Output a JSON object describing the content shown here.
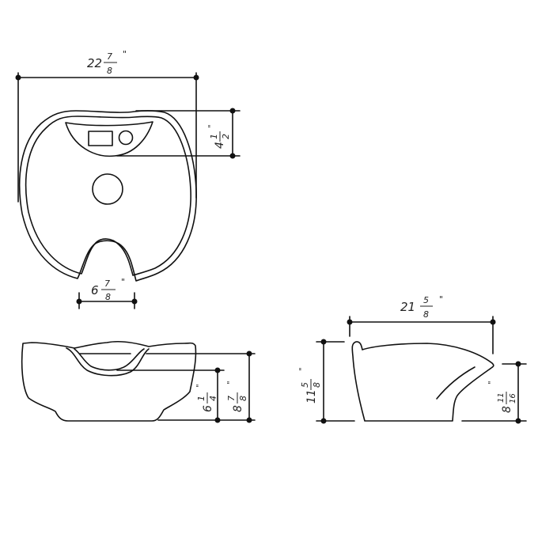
{
  "diagram": {
    "type": "technical-drawing",
    "subject": "shampoo bowl / basin dimensions",
    "line_color": "#111111",
    "background": "#ffffff",
    "views": {
      "top": {
        "overall_width": {
          "whole": "22",
          "num": "7",
          "den": "8",
          "unit": "\""
        },
        "control_panel_depth": {
          "whole": "4",
          "num": "1",
          "den": "2",
          "unit": "\""
        },
        "neck_notch_width": {
          "whole": "6",
          "num": "7",
          "den": "8",
          "unit": "\""
        }
      },
      "front": {
        "basin_depth": {
          "whole": "6",
          "num": "1",
          "den": "4",
          "unit": "\""
        },
        "overall_height": {
          "whole": "8",
          "num": "7",
          "den": "8",
          "unit": "\""
        }
      },
      "side": {
        "overall_length": {
          "whole": "21",
          "num": "5",
          "den": "8",
          "unit": "\""
        },
        "overall_height": {
          "whole": "11",
          "num": "5",
          "den": "8",
          "unit": "\""
        },
        "front_lip_height": {
          "whole": "8",
          "num": "11",
          "den": "16",
          "unit": "\""
        }
      }
    }
  }
}
